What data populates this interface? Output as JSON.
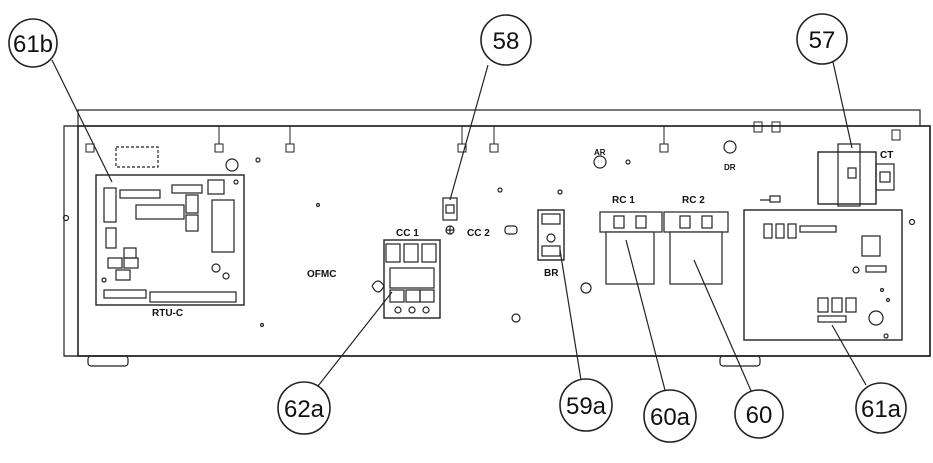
{
  "callouts": {
    "c61b": "61b",
    "c58": "58",
    "c57": "57",
    "c62a": "62a",
    "c59a": "59a",
    "c60a": "60a",
    "c60": "60",
    "c61a": "61a"
  },
  "labels": {
    "rtu_c": "RTU-C",
    "ofmc": "OFMC",
    "cc1": "CC  1",
    "cc2": "CC  2",
    "br": "BR",
    "ar": "AR",
    "dr": "DR",
    "rc1": "RC  1",
    "rc2": "RC  2",
    "ct": "CT"
  },
  "colors": {
    "line": "#222222",
    "background": "#ffffff"
  }
}
